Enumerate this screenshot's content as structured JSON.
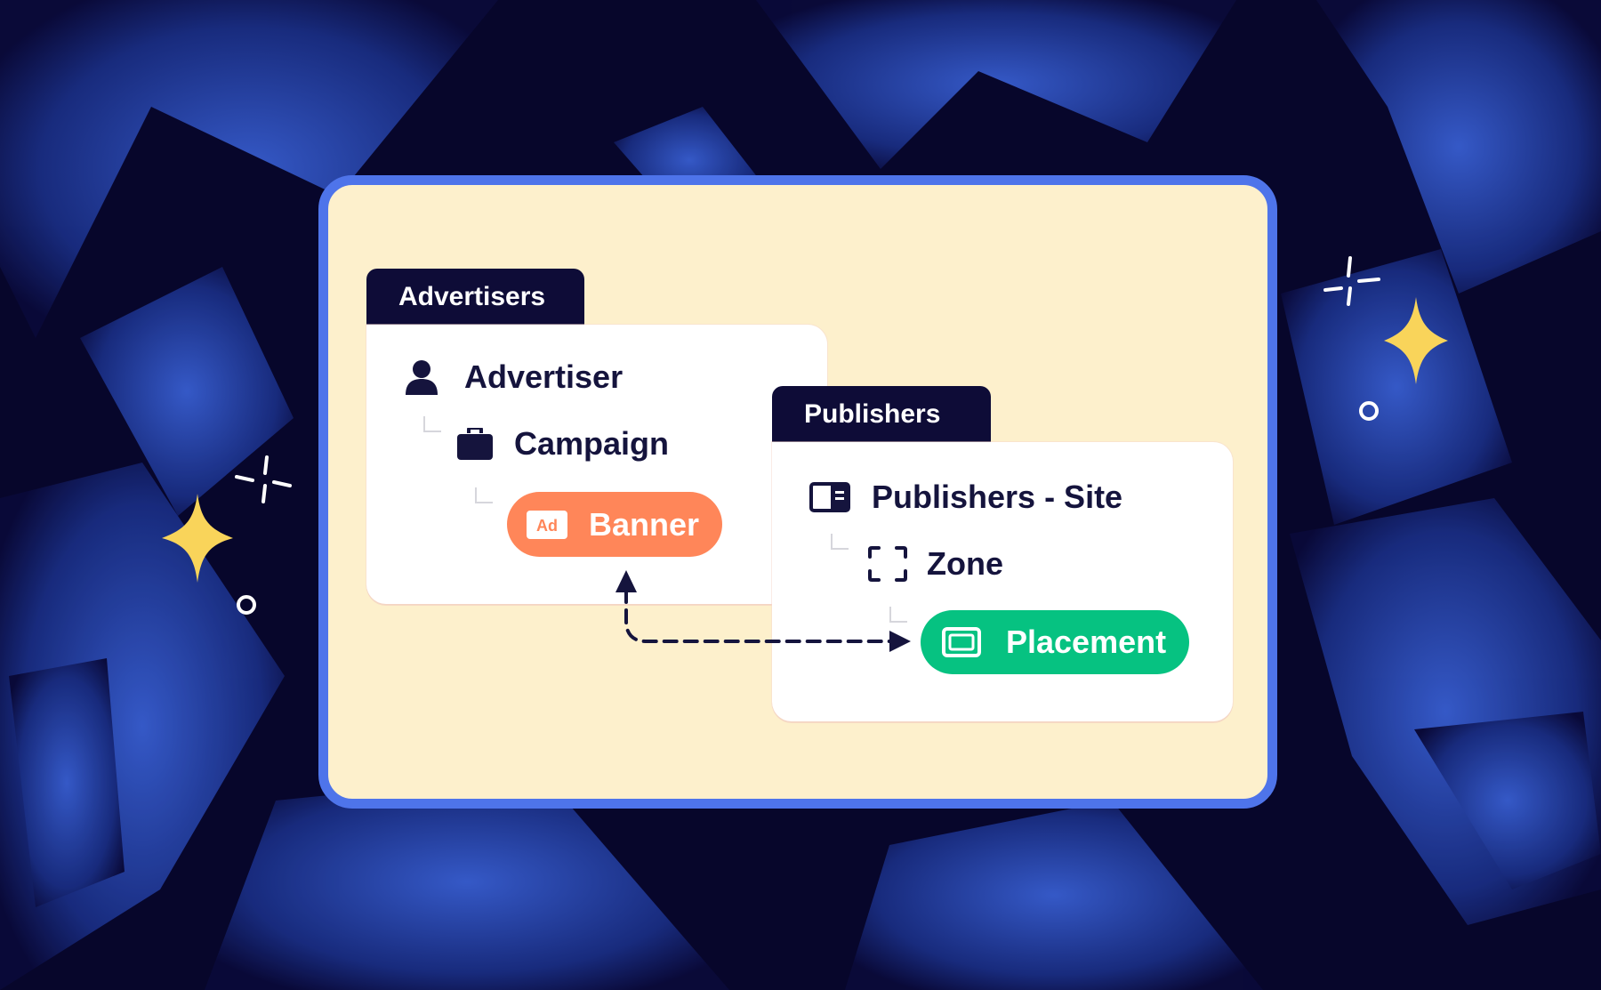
{
  "colors": {
    "background": "#07062b",
    "shape": "#2a4bb7",
    "card_border": "#4e74ea",
    "card_fill": "#fdf0cc",
    "tab": "#0e0c37",
    "banner": "#ff8659",
    "placement": "#06c281",
    "sparkle": "#f9d45a"
  },
  "advertisers_panel": {
    "tab": "Advertisers",
    "items": [
      {
        "label": "Advertiser",
        "icon": "person-icon"
      },
      {
        "label": "Campaign",
        "icon": "briefcase-icon"
      }
    ],
    "banner": {
      "label": "Banner",
      "badge": "Ad",
      "icon": "ad-badge-icon"
    }
  },
  "publishers_panel": {
    "tab": "Publishers",
    "items": [
      {
        "label": "Publishers - Site",
        "icon": "site-icon"
      },
      {
        "label": "Zone",
        "icon": "zone-icon"
      }
    ],
    "placement": {
      "label": "Placement",
      "icon": "placement-icon"
    }
  }
}
